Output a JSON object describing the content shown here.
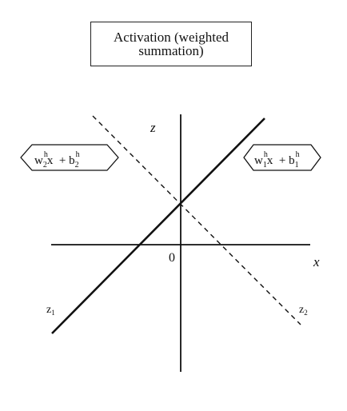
{
  "title": {
    "line1": "Activation (weighted",
    "line2": "summation)"
  },
  "axes": {
    "x_label": "x",
    "z_label": "z",
    "origin_label": "0"
  },
  "lines": [
    {
      "id": "z1",
      "label": "z",
      "subscript": "1",
      "style": "solid"
    },
    {
      "id": "z2",
      "label": "z",
      "subscript": "2",
      "style": "dashed"
    }
  ],
  "formulas": [
    {
      "id": "f2",
      "w": "w",
      "w_sup": "h",
      "w_sub": "2",
      "mid": "x  + ",
      "b": "b",
      "b_sup": "h",
      "b_sub": "2"
    },
    {
      "id": "f1",
      "w": "w",
      "w_sup": "h",
      "w_sub": "1",
      "mid": "x  + ",
      "b": "b",
      "b_sup": "h",
      "b_sub": "1"
    }
  ]
}
